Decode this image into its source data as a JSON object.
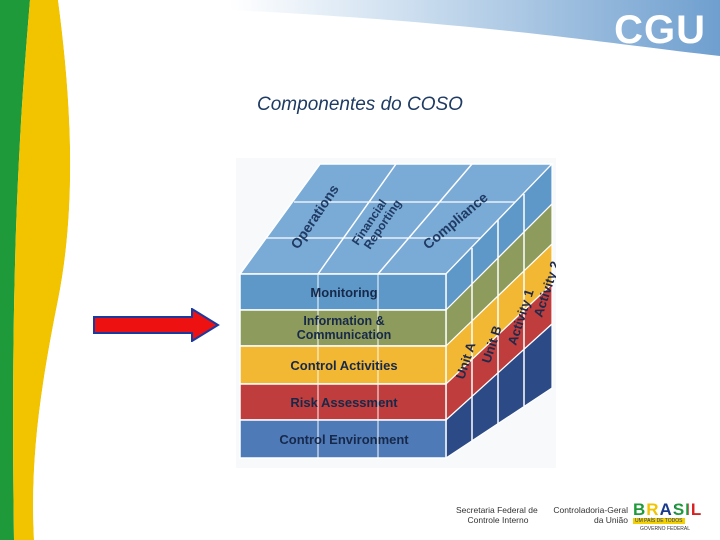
{
  "header": {
    "logo_text": "CGU"
  },
  "slide": {
    "title": "Componentes do COSO"
  },
  "cube": {
    "top_labels": [
      {
        "text": "Operations",
        "color": "#1f3b63"
      },
      {
        "text": "Financial",
        "color": "#1f3b63"
      },
      {
        "text": "Reporting",
        "color": "#1f3b63"
      },
      {
        "text": "Compliance",
        "color": "#1f3b63"
      }
    ],
    "front_rows": [
      {
        "line1": "Monitoring",
        "line2": "",
        "color": "#5e98c9"
      },
      {
        "line1": "Information &",
        "line2": "Communication",
        "color": "#8d9c5c"
      },
      {
        "line1": "Control Activities",
        "line2": "",
        "color": "#f2b733"
      },
      {
        "line1": "Risk Assessment",
        "line2": "",
        "color": "#bf3d3d"
      },
      {
        "line1": "Control Environment",
        "line2": "",
        "color": "#4f7ab8"
      }
    ],
    "side_labels": [
      "Unit A",
      "Unit B",
      "Activity 1",
      "Activity 2"
    ]
  },
  "footer": {
    "secretaria_line1": "Secretaria Federal de",
    "secretaria_line2": "Controle Interno",
    "cg_line1": "Controladoria-Geral",
    "cg_line2": "da União",
    "brasil_word": "BRASIL",
    "brasil_tagline": "UM PAÍS DE TODOS",
    "brasil_gov": "GOVERNO FEDERAL"
  }
}
